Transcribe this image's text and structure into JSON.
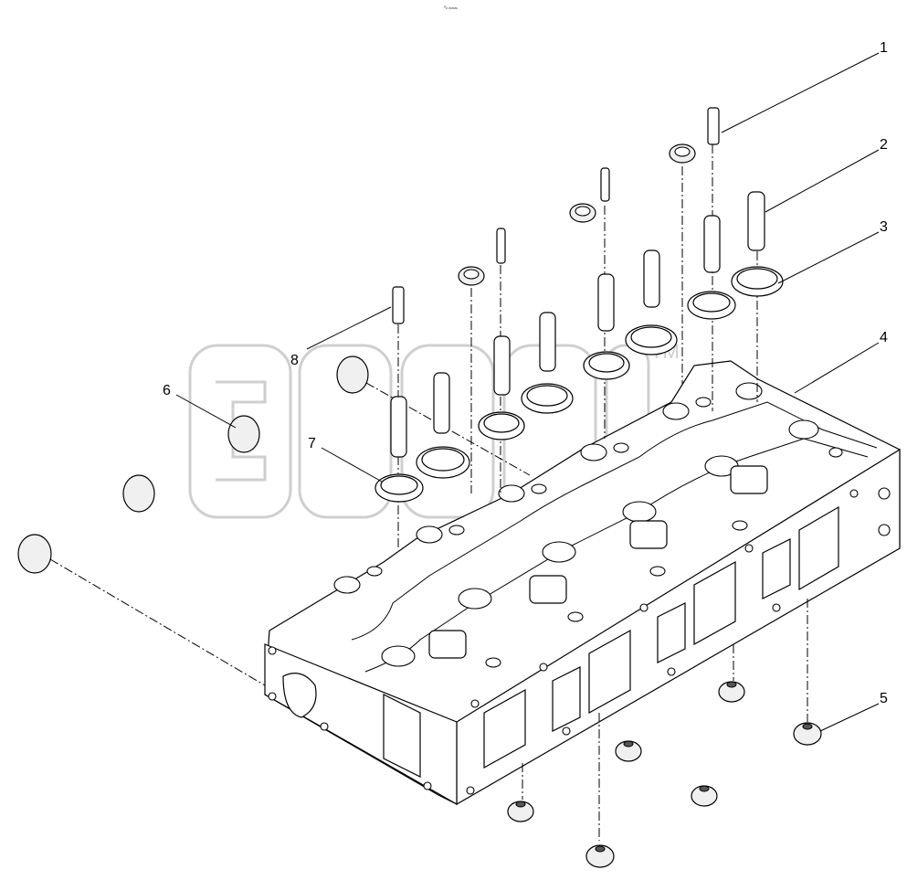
{
  "diagram": {
    "top_mark": "⁰ₙ ₘₘₘ",
    "watermark_symbol": "TM",
    "callouts": [
      "1",
      "2",
      "3",
      "4",
      "5",
      "6",
      "7",
      "8"
    ]
  }
}
